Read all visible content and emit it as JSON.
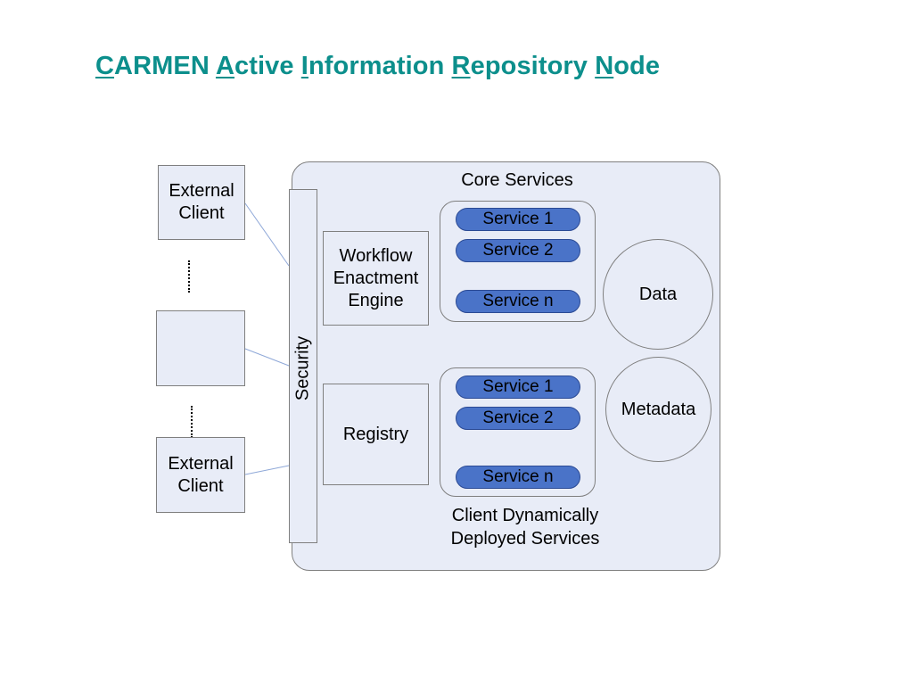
{
  "title": {
    "segments": [
      {
        "initial": "C",
        "rest": "ARMEN "
      },
      {
        "initial": "A",
        "rest": "ctive "
      },
      {
        "initial": "I",
        "rest": "nformation "
      },
      {
        "initial": "R",
        "rest": "epository "
      },
      {
        "initial": "N",
        "rest": "ode"
      }
    ]
  },
  "clients": {
    "top": {
      "line1": "External",
      "line2": "Client"
    },
    "middle": "",
    "bottom": {
      "line1": "External",
      "line2": "Client"
    }
  },
  "security": "Security",
  "workflow": {
    "line1": "Workflow",
    "line2": "Enactment",
    "line3": "Engine"
  },
  "registry": "Registry",
  "core_services": {
    "label": "Core Services",
    "services": [
      "Service 1",
      "Service 2",
      "Service n"
    ]
  },
  "dynamic_services": {
    "label_line1": "Client Dynamically",
    "label_line2": "Deployed Services",
    "services": [
      "Service 1",
      "Service 2",
      "Service n"
    ]
  },
  "stores": {
    "data": "Data",
    "metadata": "Metadata"
  },
  "colors": {
    "title": "#0c8f8c",
    "fill": "#e8ecf7",
    "service": "#4a73c8",
    "connector": "#8fa8d8"
  }
}
